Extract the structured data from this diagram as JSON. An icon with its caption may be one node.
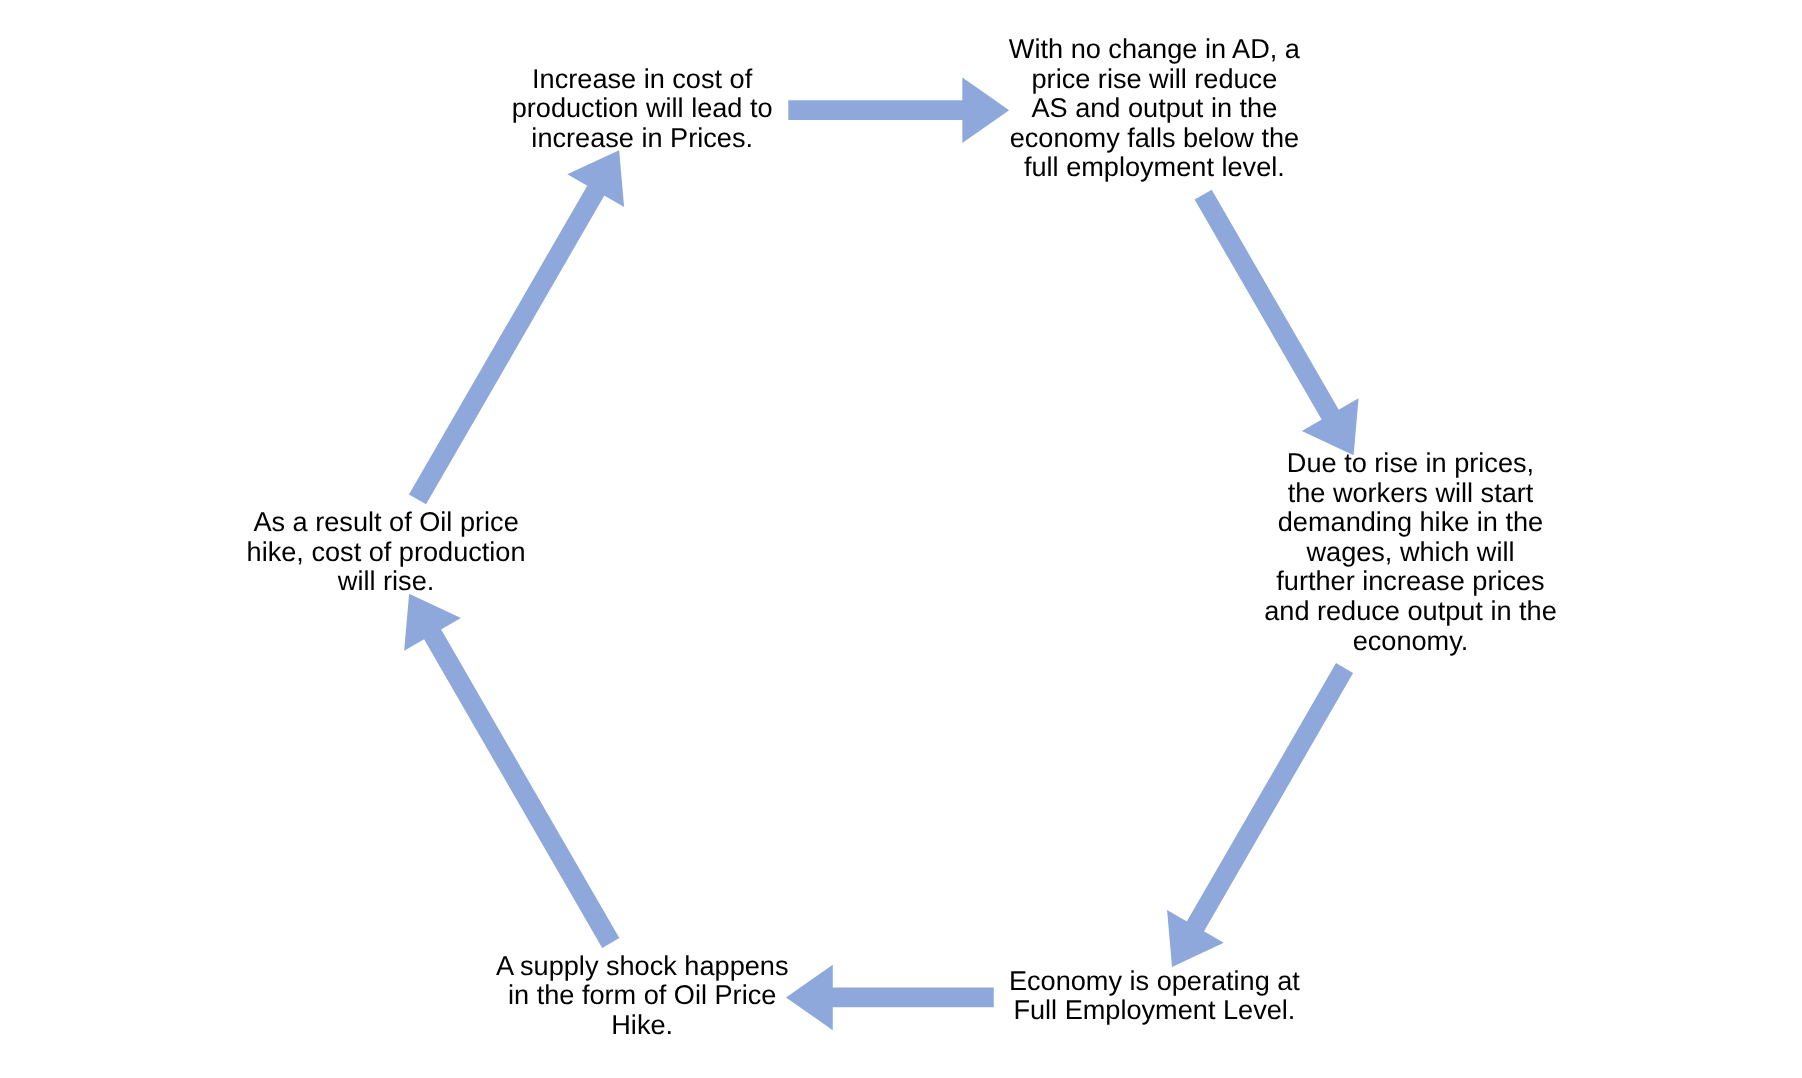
{
  "diagram": {
    "nodes": [
      {
        "text": [
          "Economy is operating at Full Employment Level."
        ]
      },
      {
        "text": [
          "A supply shock happens in the form of Oil Price Hike."
        ]
      },
      {
        "text": [
          "As a result of Oil price hike, cost of production will rise."
        ]
      },
      {
        "text": [
          "Increase in cost of production will lead to increase in Prices."
        ]
      },
      {
        "text": [
          "With no change in AD, a price rise will reduce AS and output in the economy falls below the full employment level."
        ]
      },
      {
        "text": [
          "Due to rise in prices, the workers will start demanding hike in the wages, which will further increase prices and reduce output in the economy."
        ]
      }
    ],
    "edges": [
      {
        "from": 0,
        "to": 1,
        "arrow": "to"
      },
      {
        "from": 1,
        "to": 2,
        "arrow": "to"
      },
      {
        "from": 2,
        "to": 3,
        "arrow": "to"
      },
      {
        "from": 3,
        "to": 4,
        "arrow": "to"
      },
      {
        "from": 4,
        "to": 5,
        "arrow": "to"
      },
      {
        "from": 5,
        "to": 0,
        "arrow": "to"
      }
    ]
  }
}
